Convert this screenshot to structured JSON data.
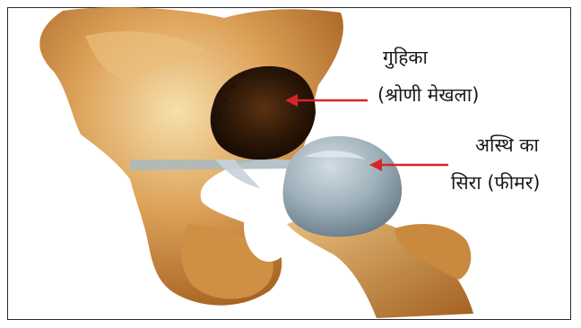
{
  "labels": {
    "cavity": {
      "line1": "गुहिका",
      "line2": "(श्रोणी मेखला)"
    },
    "head": {
      "line1": "अस्थि का",
      "line2": "सिरा (फीमर)"
    }
  },
  "colors": {
    "arrow": "#d8242a",
    "bone": "#d79a4a",
    "bone_dark": "#8a4a12",
    "bone_light": "#f3d9a4",
    "cartilage": "#8ea2ad",
    "cavity_dark": "#2b1707",
    "frame": "#2a2a2a"
  }
}
